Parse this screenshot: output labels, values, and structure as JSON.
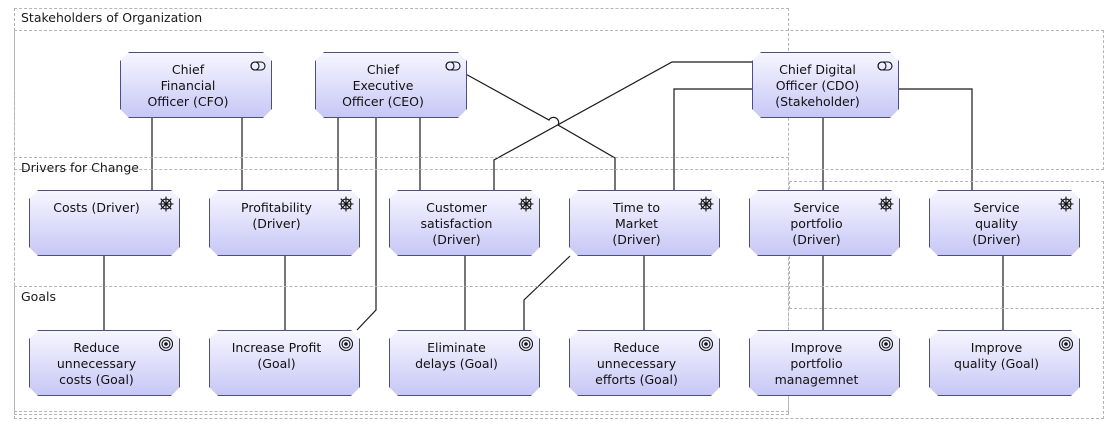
{
  "groups": {
    "stakeholders": "Stakeholders of Organization",
    "drivers": "Drivers for Change",
    "goals": "Goals"
  },
  "stakeholders": [
    {
      "label": "Chief\nFinancial\nOfficer (CFO)",
      "icon": "stakeholder-icon"
    },
    {
      "label": "Chief\nExecutive\nOfficer (CEO)",
      "icon": "stakeholder-icon"
    },
    {
      "label": "Chief Digital\nOfficer (CDO)\n(Stakeholder)",
      "icon": "stakeholder-icon"
    }
  ],
  "drivers": [
    {
      "label": "Costs (Driver)",
      "icon": "driver-icon"
    },
    {
      "label": "Profitability\n(Driver)",
      "icon": "driver-icon"
    },
    {
      "label": "Customer\nsatisfaction\n(Driver)",
      "icon": "driver-icon"
    },
    {
      "label": "Time to\nMarket\n(Driver)",
      "icon": "driver-icon"
    },
    {
      "label": "Service\nportfolio\n(Driver)",
      "icon": "driver-icon"
    },
    {
      "label": "Service\nquality\n(Driver)",
      "icon": "driver-icon"
    }
  ],
  "goals": [
    {
      "label": "Reduce\nunnecessary\ncosts (Goal)",
      "icon": "goal-icon"
    },
    {
      "label": "Increase Profit\n(Goal)",
      "icon": "goal-icon"
    },
    {
      "label": "Eliminate\ndelays (Goal)",
      "icon": "goal-icon"
    },
    {
      "label": "Reduce\nunnecessary\nefforts (Goal)",
      "icon": "goal-icon"
    },
    {
      "label": "Improve\nportfolio\nmanagemnet",
      "icon": "goal-icon"
    },
    {
      "label": "Improve\nquality (Goal)",
      "icon": "goal-icon"
    }
  ],
  "colors": {
    "node_fill_top": "#f6f6ff",
    "node_fill_bottom": "#c7c7f6",
    "node_border": "#4e4e80",
    "connector": "#1a1a1a",
    "group_border": "#b5b5b5"
  }
}
